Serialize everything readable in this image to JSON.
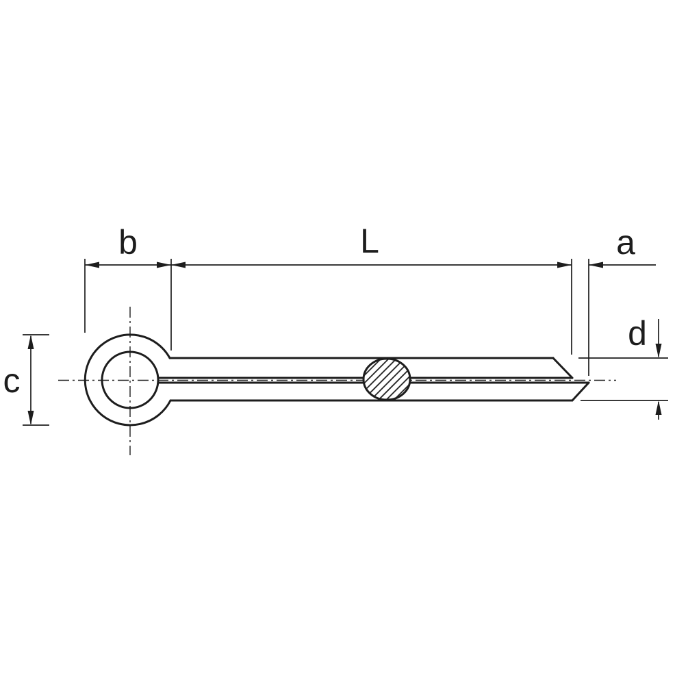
{
  "page": {
    "background": "#ffffff"
  },
  "drawing": {
    "kind": "cotter-pin-technical-drawing",
    "line_color": "#1d1d1d",
    "section_hatch": "diagonal",
    "labels": {
      "b": "b",
      "L": "L",
      "a": "a",
      "c": "c",
      "d": "d"
    }
  }
}
